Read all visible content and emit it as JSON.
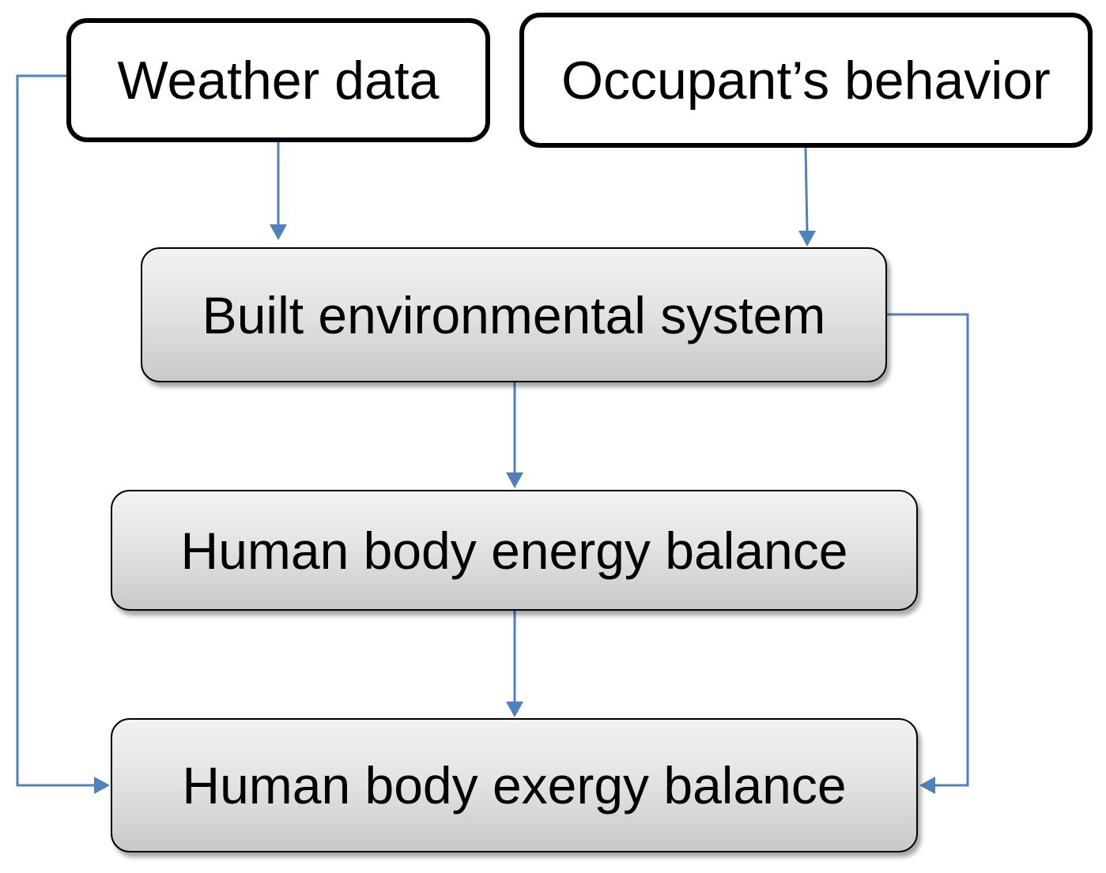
{
  "diagram": {
    "connector_color": "#4f81bd",
    "nodes": {
      "weather": {
        "label": "Weather data"
      },
      "occupant": {
        "label": "Occupant’s behavior"
      },
      "built": {
        "label": "Built environmental system"
      },
      "energy": {
        "label": "Human body energy balance"
      },
      "exergy": {
        "label": "Human body exergy balance"
      }
    },
    "edges": [
      {
        "from": "weather",
        "to": "built"
      },
      {
        "from": "occupant",
        "to": "built"
      },
      {
        "from": "built",
        "to": "energy"
      },
      {
        "from": "energy",
        "to": "exergy"
      },
      {
        "from": "weather",
        "to": "exergy"
      },
      {
        "from": "built",
        "to": "exergy"
      }
    ]
  }
}
